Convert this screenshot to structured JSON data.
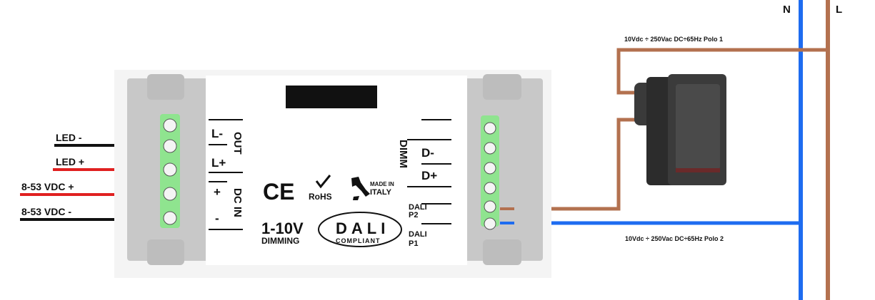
{
  "mains": {
    "neutral_label": "N",
    "live_label": "L"
  },
  "switch_labels": {
    "polo1": "10Vdc ÷ 250Vac DC÷65Hz Polo 1",
    "polo2": "10Vdc ÷ 250Vac DC÷65Hz Polo 2"
  },
  "left_wires": [
    "LED -",
    "LED +",
    "8-53 VDC +",
    "8-53 VDC -"
  ],
  "device": {
    "out_terminals": [
      "L-",
      "L+"
    ],
    "out_label": "OUT",
    "dcin_terminals": [
      "+",
      "-"
    ],
    "dcin_label": "DC IN",
    "ce_mark": "CE",
    "rohs": "RoHS",
    "made_in_line1": "MADE IN",
    "made_in_line2": "ITALY",
    "dimming_title": "1-10V",
    "dimming_sub": "DIMMING",
    "dali_logo": "DALI",
    "dali_compliant": "COMPLIANT",
    "dimm_label": "DIMM",
    "dimm_terminals": [
      "D-",
      "D+"
    ],
    "dali_p2_line1": "DALI",
    "dali_p2_line2": "P2",
    "dali_p1_line1": "DALI",
    "dali_p1_line2": "P1"
  },
  "colors": {
    "neutral_wire": "#1e6cf0",
    "live_wire": "#b3714f",
    "led_negative": "#111111",
    "led_positive": "#e02020",
    "terminal_green": "#7fe27f",
    "housing_gray": "#c8c8c8"
  }
}
